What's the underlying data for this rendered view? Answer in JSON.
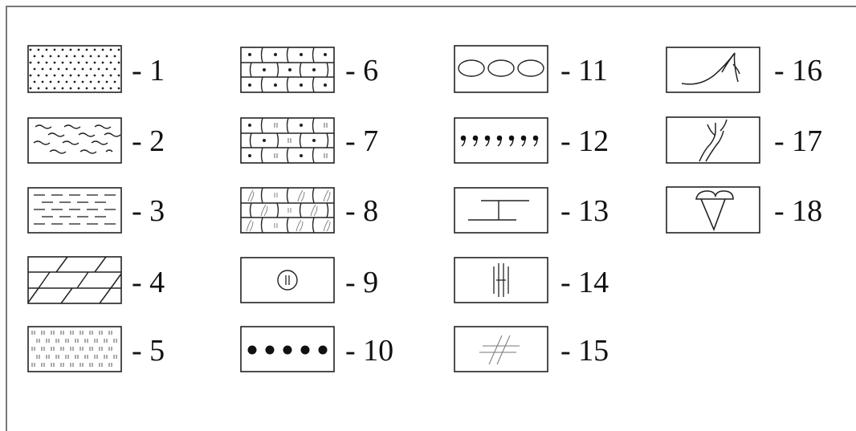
{
  "legend": {
    "items": [
      {
        "number": "1",
        "label": "- 1",
        "pattern": "dots"
      },
      {
        "number": "2",
        "label": "- 2",
        "pattern": "waves"
      },
      {
        "number": "3",
        "label": "- 3",
        "pattern": "dashes"
      },
      {
        "number": "4",
        "label": "- 4",
        "pattern": "slanted-blocks"
      },
      {
        "number": "5",
        "label": "- 5",
        "pattern": "double-ticks"
      },
      {
        "number": "6",
        "label": "- 6",
        "pattern": "brick-dots"
      },
      {
        "number": "7",
        "label": "- 7",
        "pattern": "brick-dots-ticks"
      },
      {
        "number": "8",
        "label": "- 8",
        "pattern": "brick-plants"
      },
      {
        "number": "9",
        "label": "- 9",
        "pattern": "circle-symbol"
      },
      {
        "number": "10",
        "label": "- 10",
        "pattern": "large-dots"
      },
      {
        "number": "11",
        "label": "- 11",
        "pattern": "ovals"
      },
      {
        "number": "12",
        "label": "- 12",
        "pattern": "commas"
      },
      {
        "number": "13",
        "label": "- 13",
        "pattern": "i-beam"
      },
      {
        "number": "14",
        "label": "- 14",
        "pattern": "vertical-bars"
      },
      {
        "number": "15",
        "label": "- 15",
        "pattern": "hash"
      },
      {
        "number": "16",
        "label": "- 16",
        "pattern": "curved-branch"
      },
      {
        "number": "17",
        "label": "- 17",
        "pattern": "root"
      },
      {
        "number": "18",
        "label": "- 18",
        "pattern": "cone-cap"
      }
    ]
  }
}
